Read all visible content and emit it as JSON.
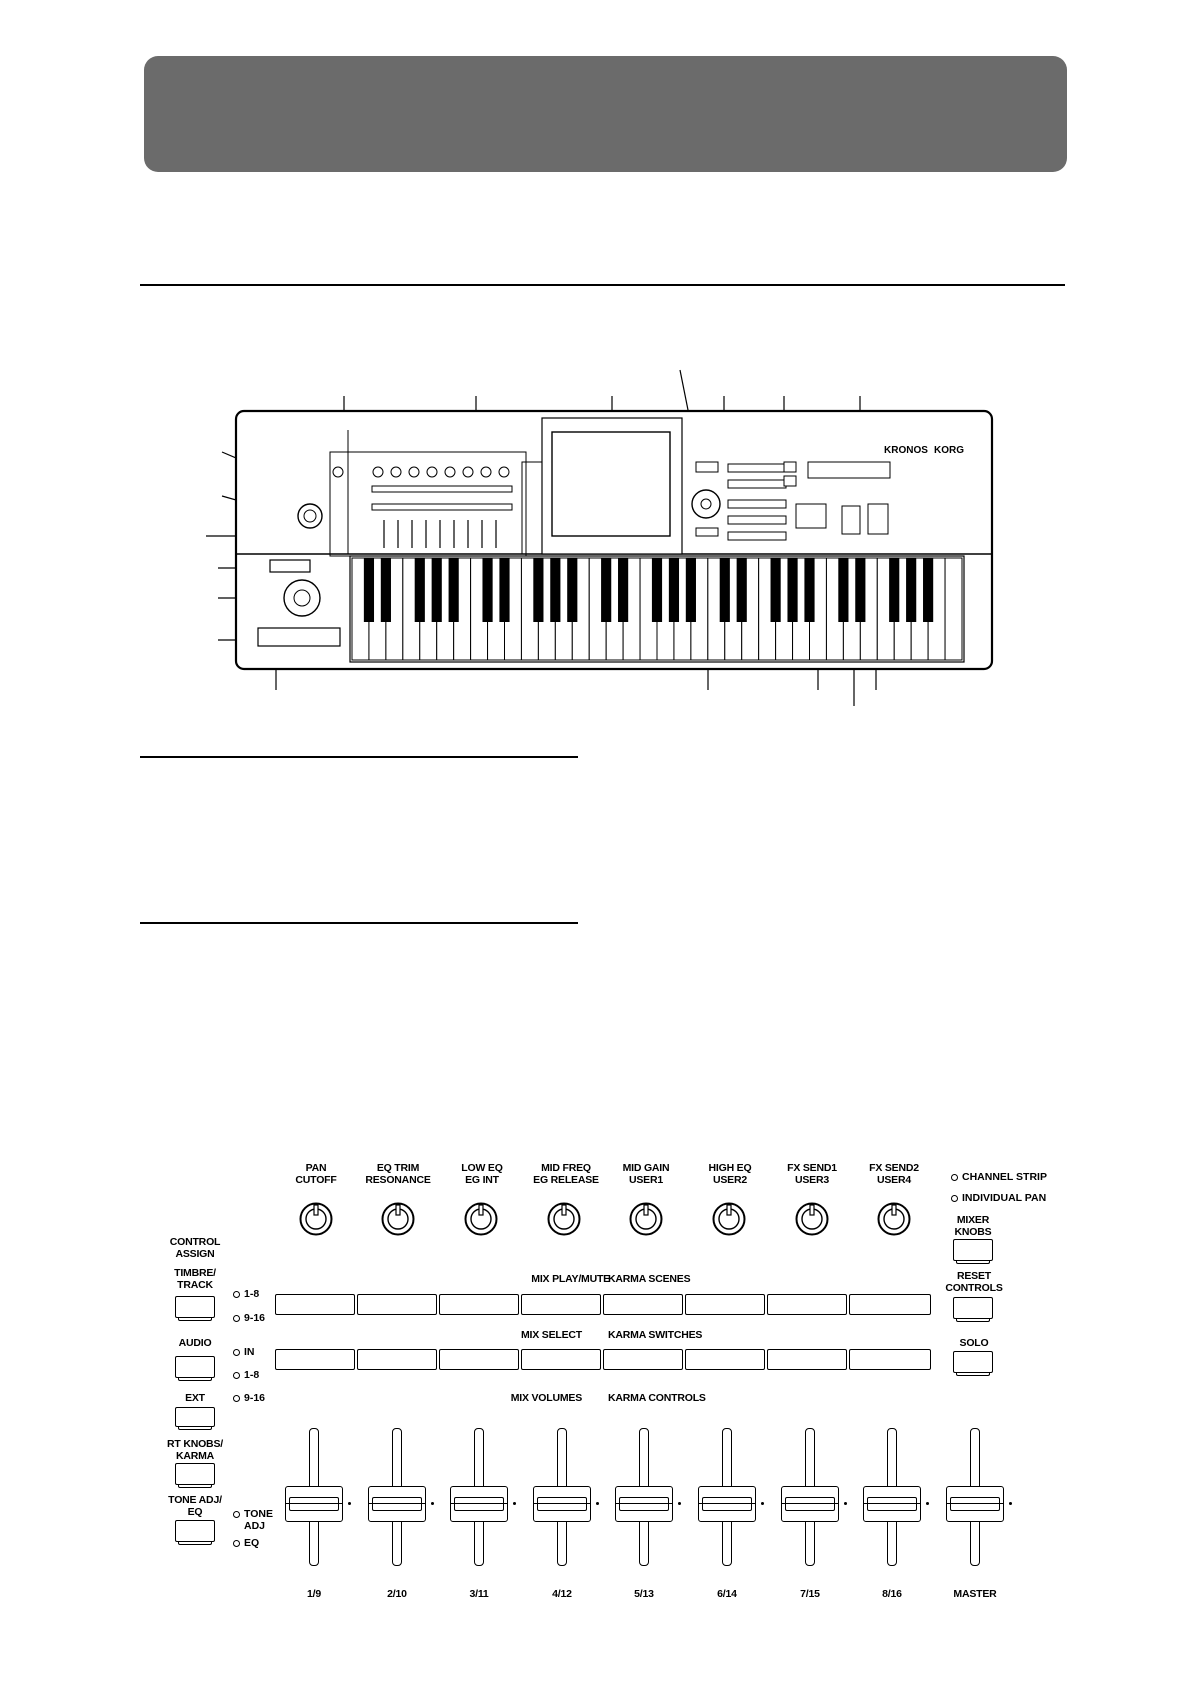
{
  "control_panel": {
    "knob_labels": [
      "PAN\nCUTOFF",
      "EQ TRIM\nRESONANCE",
      "LOW EQ\nEG INT",
      "MID FREQ\nEG RELEASE",
      "MID GAIN\nUSER1",
      "HIGH EQ\nUSER2",
      "FX SEND1\nUSER3",
      "FX SEND2\nUSER4"
    ],
    "knob_mode_leds": [
      "CHANNEL STRIP",
      "INDIVIDUAL PAN"
    ],
    "mixer_knobs_label": "MIXER\nKNOBS",
    "control_assign_label": "CONTROL\nASSIGN",
    "timbre_track_label": "TIMBRE/\nTRACK",
    "timbre_leds": [
      "1-8",
      "9-16"
    ],
    "audio_label": "AUDIO",
    "audio_leds": [
      "IN",
      "1-8",
      "9-16"
    ],
    "ext_label": "EXT",
    "rt_knobs_label": "RT KNOBS/\nKARMA",
    "tone_adj_label": "TONE ADJ/\nEQ",
    "tone_leds": [
      "TONE\nADJ",
      "EQ"
    ],
    "row1_label_left": "MIX PLAY/MUTE",
    "row1_label_right": "KARMA SCENES",
    "row2_label_left": "MIX SELECT",
    "row2_label_right": "KARMA SWITCHES",
    "row3_label_left": "MIX VOLUMES",
    "row3_label_right": "KARMA CONTROLS",
    "reset_controls_label": "RESET\nCONTROLS",
    "solo_label": "SOLO",
    "slider_labels": [
      "1/9",
      "2/10",
      "3/11",
      "4/12",
      "5/13",
      "6/14",
      "7/15",
      "8/16",
      "MASTER"
    ]
  },
  "keyboard_illustration": {
    "brand_model": "KRONOS",
    "brand_maker": "KORG"
  }
}
